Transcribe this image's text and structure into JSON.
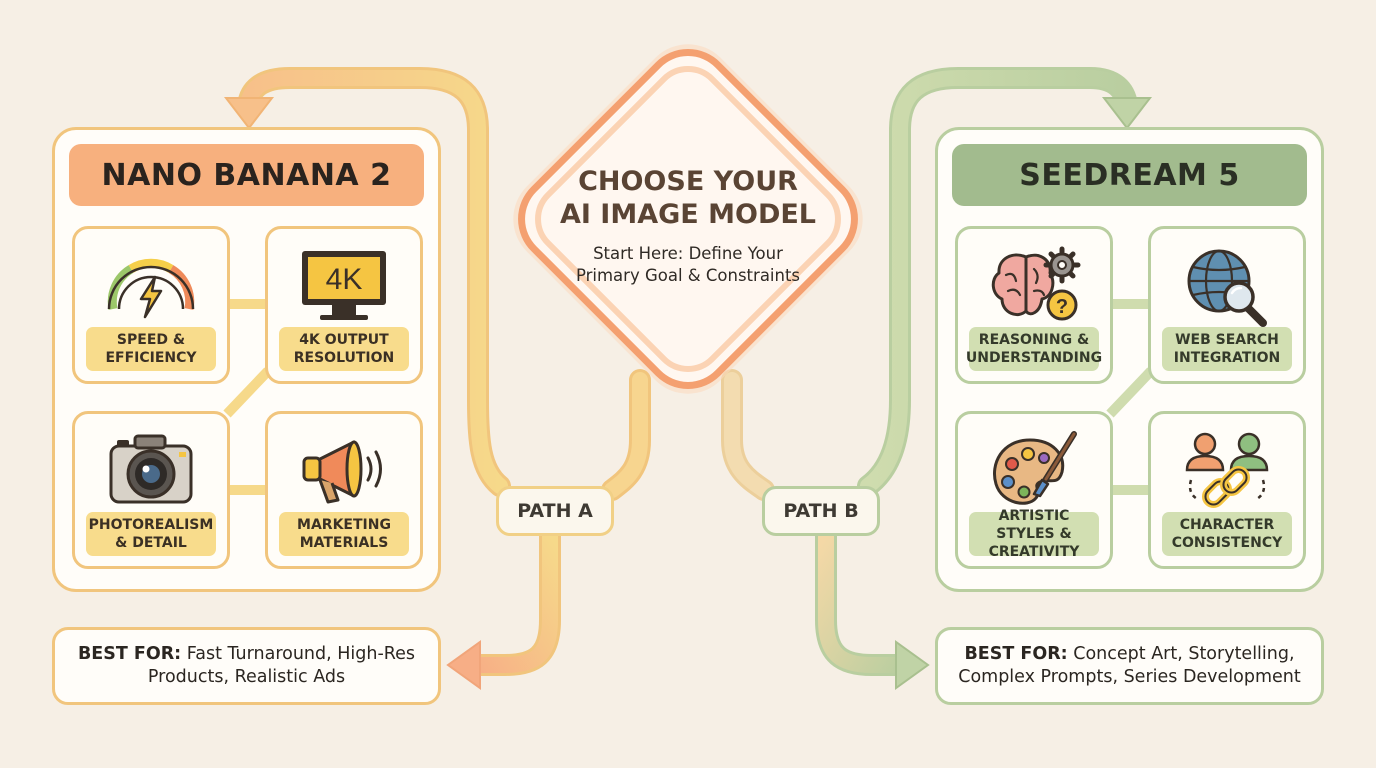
{
  "center": {
    "title": "CHOOSE YOUR\nAI IMAGE MODEL",
    "subtitle": "Start Here: Define Your Primary Goal & Constraints"
  },
  "left": {
    "title": "NANO BANANA 2",
    "cards": [
      {
        "label": "SPEED & EFFICIENCY",
        "icon": "speedometer-icon"
      },
      {
        "label": "4K OUTPUT RESOLUTION",
        "icon": "4k-monitor-icon",
        "icon_text": "4K"
      },
      {
        "label": "PHOTOREALISM & DETAIL",
        "icon": "camera-icon"
      },
      {
        "label": "MARKETING MATERIALS",
        "icon": "megaphone-icon"
      }
    ],
    "path_label": "PATH A",
    "best_for_label": "BEST FOR:",
    "best_for_text": "Fast Turnaround, High-Res Products, Realistic Ads"
  },
  "right": {
    "title": "SEEDREAM 5",
    "cards": [
      {
        "label": "REASONING & UNDERSTANDING",
        "icon": "brain-gear-icon",
        "icon_text": "?"
      },
      {
        "label": "WEB SEARCH INTEGRATION",
        "icon": "globe-search-icon"
      },
      {
        "label": "ARTISTIC STYLES & CREATIVITY",
        "icon": "palette-icon"
      },
      {
        "label": "CHARACTER CONSISTENCY",
        "icon": "linked-people-icon"
      }
    ],
    "path_label": "PATH B",
    "best_for_label": "BEST FOR:",
    "best_for_text": "Concept Art, Storytelling, Complex Prompts, Series Development"
  },
  "colors": {
    "background": "#f6efe5",
    "left_accent": "#f7b07e",
    "left_border": "#f1c57d",
    "left_label_bg": "#f8dc8c",
    "right_accent": "#a2bb8e",
    "right_border": "#b9cea0",
    "right_label_bg": "#d2dfb2",
    "diamond_border": "#f4a070"
  }
}
